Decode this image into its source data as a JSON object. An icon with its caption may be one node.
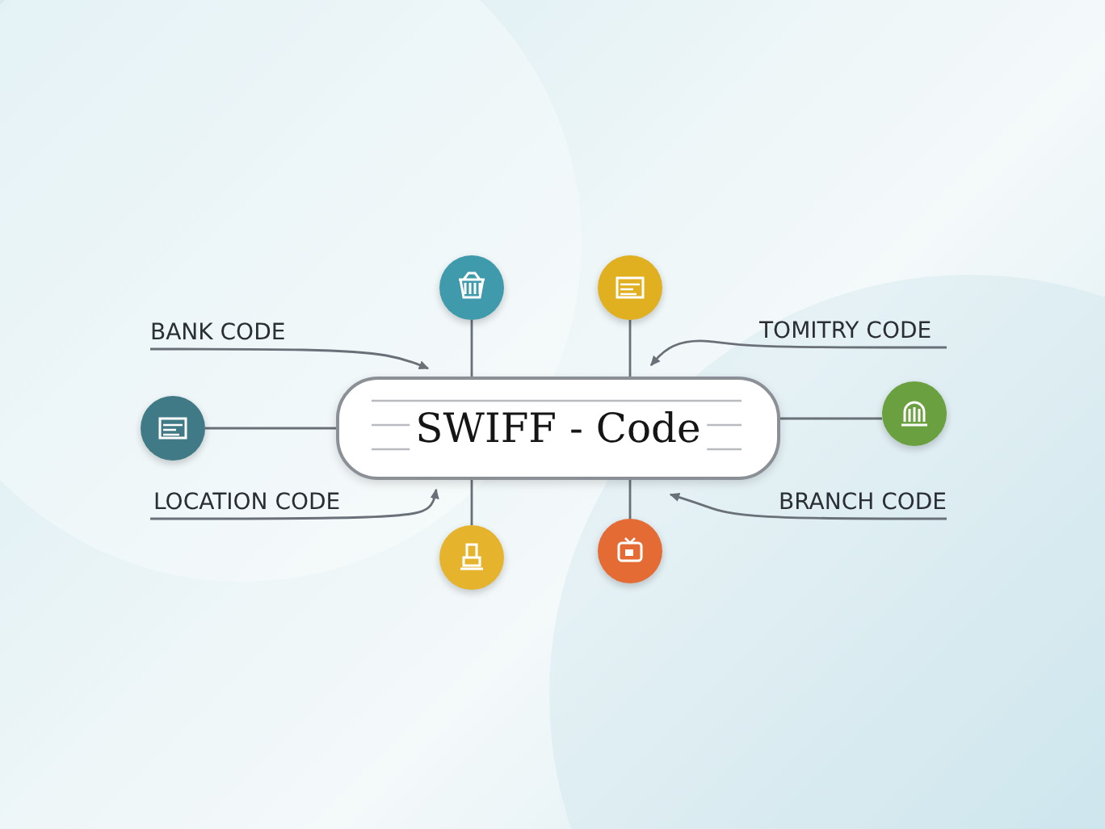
{
  "diagram": {
    "nodes": [
      {
        "text": [
          "SWIFF - Code"
        ]
      },
      {
        "text": [],
        "shape": "circle"
      },
      {
        "text": [],
        "shape": "circle"
      },
      {
        "text": [
          "BANK CODE"
        ]
      },
      {
        "text": [
          "TOMITRY CODE"
        ]
      },
      {
        "text": [],
        "shape": "circle"
      },
      {
        "text": [],
        "shape": "circle"
      },
      {
        "text": [
          "LOCATION CODE"
        ]
      },
      {
        "text": [
          "BRANCH CODE"
        ]
      },
      {
        "text": [],
        "shape": "circle"
      },
      {
        "text": [],
        "shape": "circle"
      }
    ],
    "edges": [
      {
        "from": 1,
        "to": 0,
        "arrow": "none"
      },
      {
        "from": 2,
        "to": 0,
        "arrow": "none"
      },
      {
        "from": 3,
        "to": 0,
        "arrow": "to"
      },
      {
        "from": 4,
        "to": 0,
        "arrow": "to"
      },
      {
        "from": 5,
        "to": 0,
        "arrow": "none"
      },
      {
        "from": 6,
        "to": 0,
        "arrow": "none"
      },
      {
        "from": 7,
        "to": 0,
        "arrow": "to"
      },
      {
        "from": 8,
        "to": 0,
        "arrow": "to"
      },
      {
        "from": 9,
        "to": 0,
        "arrow": "none"
      },
      {
        "from": 10,
        "to": 0,
        "arrow": "none"
      }
    ]
  }
}
